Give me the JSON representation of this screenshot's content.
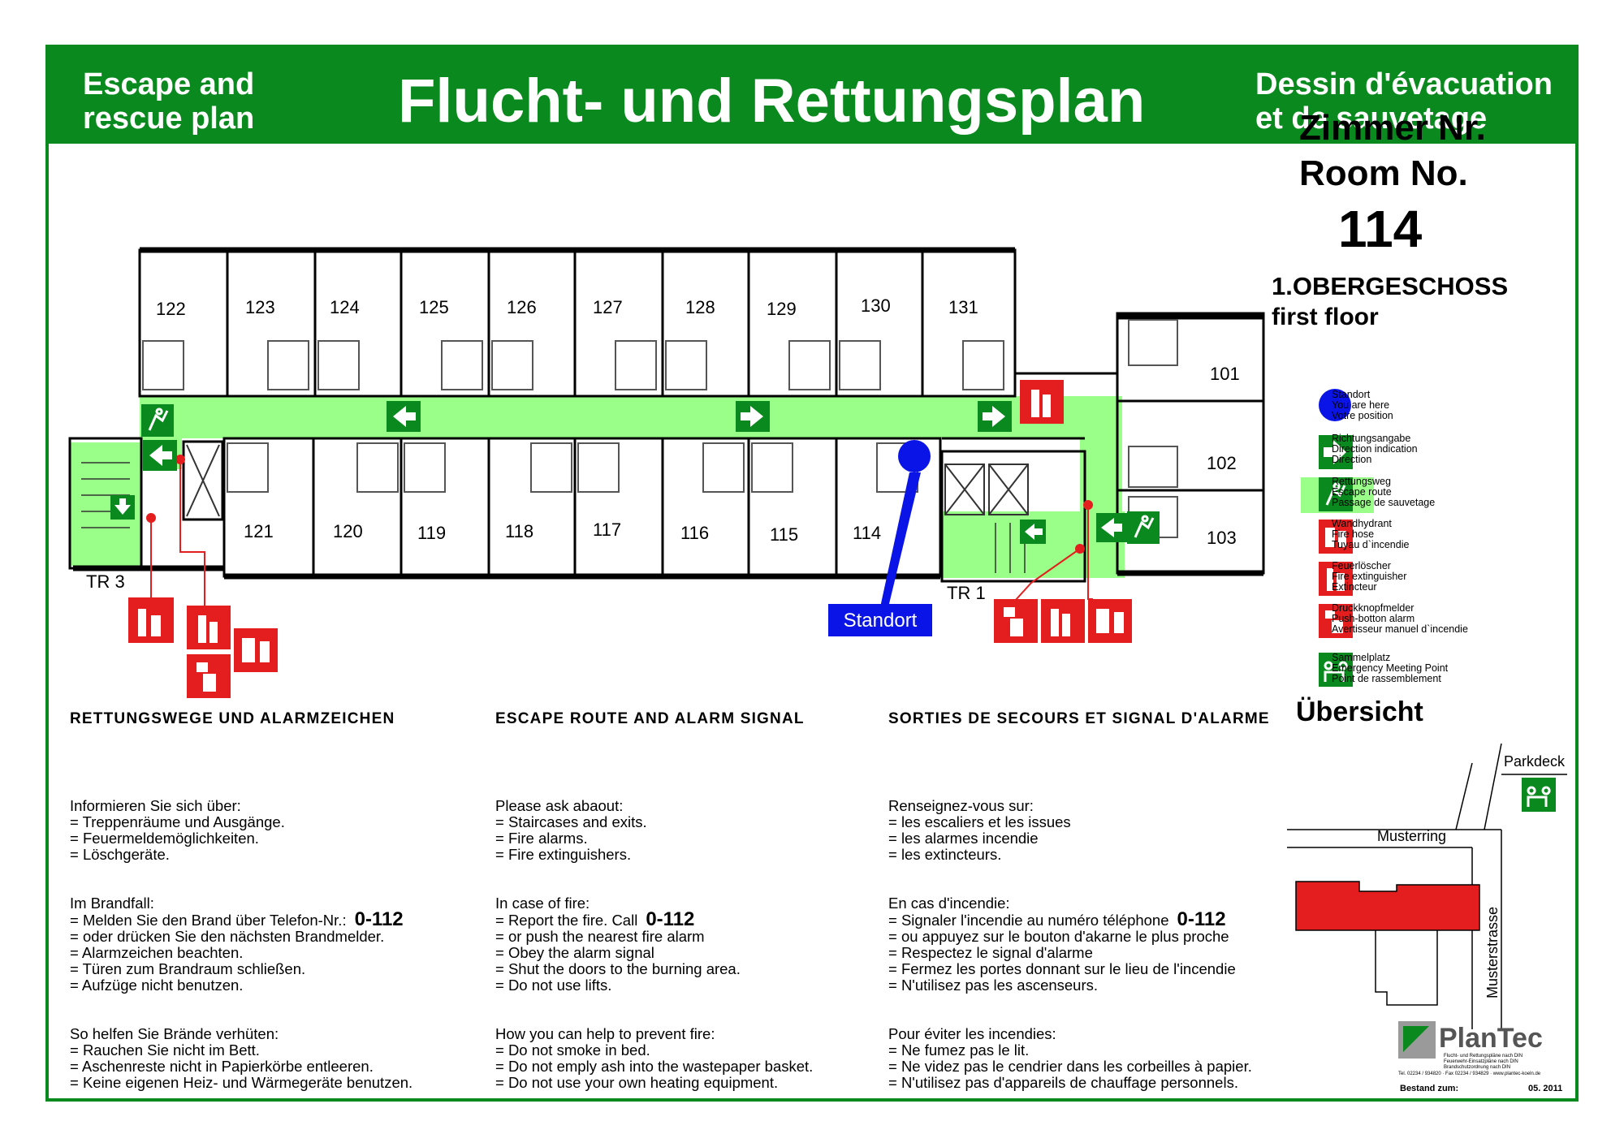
{
  "header": {
    "left_line1": "Escape and",
    "left_line2": "rescue plan",
    "main": "Flucht- und Rettungsplan",
    "right_line1": "Dessin d'évacuation",
    "right_line2": "et de sauvetage"
  },
  "room_box": {
    "line1": "Zimmer Nr.",
    "line2": "Room No.",
    "number": "114",
    "floor_de": "1.OBERGESCHOSS",
    "floor_en": "first floor"
  },
  "rooms_top": [
    "122",
    "123",
    "124",
    "125",
    "126",
    "127",
    "128",
    "129",
    "130",
    "131"
  ],
  "rooms_bottom": [
    "121",
    "120",
    "119",
    "118",
    "117",
    "116",
    "115",
    "114"
  ],
  "rooms_right": [
    "101",
    "102",
    "103"
  ],
  "stair_labels": [
    "TR 3",
    "TR 1"
  ],
  "standort_label": "Standort",
  "legend": [
    {
      "icon": "you-are-here-icon",
      "lines": [
        "Standort",
        "You are here",
        "Votre position"
      ]
    },
    {
      "icon": "direction-arrow-icon",
      "lines": [
        "Richtungsangabe",
        "Direction indication",
        "Direction"
      ]
    },
    {
      "icon": "escape-route-icon",
      "lines": [
        "Rettungsweg",
        "Escape route",
        "Passage de sauvetage"
      ]
    },
    {
      "icon": "fire-hose-icon",
      "lines": [
        "Wandhydrant",
        "Fire hose",
        "Tuyau d`incendie"
      ]
    },
    {
      "icon": "fire-extinguisher-icon",
      "lines": [
        "Feuerlöscher",
        "Fire extinguisher",
        "Extincteur"
      ]
    },
    {
      "icon": "fire-alarm-button-icon",
      "lines": [
        "Druckknopfmelder",
        "Push-botton alarm",
        "Avertisseur manuel d`incendie"
      ]
    },
    {
      "icon": "assembly-point-icon",
      "lines": [
        "Sammelplatz",
        "Emergency Meeting Point",
        "Point de rassemblement"
      ]
    }
  ],
  "colors": {
    "green": "#0a8a1e",
    "route": "#99ff88",
    "red": "#e41e1e",
    "blue": "#0a14e6"
  },
  "sections": [
    {
      "title": "RETTUNGSWEGE UND ALARMZEICHEN",
      "block1": [
        "Informieren Sie sich über:",
        "= Treppenräume und Ausgänge.",
        "= Feuermeldemöglichkeiten.",
        "= Löschgeräte."
      ],
      "block2_first": "= Melden Sie den Brand über Telefon-Nr.:",
      "block2_head": "Im Brandfall:",
      "block2": [
        "= oder drücken Sie den nächsten Brandmelder.",
        "= Alarmzeichen beachten.",
        "= Türen zum Brandraum schließen.",
        "= Aufzüge nicht benutzen."
      ],
      "block3": [
        "So helfen Sie Brände verhüten:",
        "= Rauchen Sie nicht im Bett.",
        "= Aschenreste nicht in Papierkörbe entleeren.",
        "= Keine eigenen Heiz- und Wärmegeräte benutzen."
      ],
      "phone": "0-112"
    },
    {
      "title": "ESCAPE ROUTE AND ALARM SIGNAL",
      "block1": [
        "Please ask abaout:",
        "= Staircases and exits.",
        "= Fire alarms.",
        "= Fire extinguishers."
      ],
      "block2_head": "In case of fire:",
      "block2_first": "= Report the fire. Call",
      "block2": [
        "= or push the nearest fire alarm",
        "= Obey the alarm signal",
        "= Shut the doors to the burning area.",
        "= Do not use lifts."
      ],
      "block3": [
        "How you can help to prevent fire:",
        "= Do not smoke in bed.",
        "= Do not emply ash into the wastepaper basket.",
        "= Do not use your own heating equipment."
      ],
      "phone": "0-112"
    },
    {
      "title": "SORTIES DE SECOURS ET SIGNAL D'ALARME",
      "block1": [
        "Renseignez-vous sur:",
        "= les escaliers et les issues",
        "= les alarmes incendie",
        "= les extincteurs."
      ],
      "block2_head": "En cas d'incendie:",
      "block2_first": "= Signaler l'incendie au numéro téléphone",
      "block2": [
        "= ou appuyez sur le bouton d'akarne le plus proche",
        "= Respectez le signal d'alarme",
        "= Fermez les portes donnant sur le lieu de l'incendie",
        "= N'utilisez pas les ascenseurs."
      ],
      "block3": [
        "Pour éviter les incendies:",
        "= Ne fumez pas le lit.",
        "= Ne videz pas le cendrier dans les corbeilles à papier.",
        "= N'utilisez pas d'appareils de chauffage personnels."
      ],
      "phone": "0-112"
    }
  ],
  "overview": {
    "title": "Übersicht",
    "parkdeck": "Parkdeck",
    "street1": "Musterring",
    "street2": "Musterstrasse"
  },
  "footer": {
    "brand": "PlanTec",
    "small1": "Flucht- und Rettungspläne nach DIN",
    "small2": "Feuerwehr-Einsatzpläne nach DIN",
    "small3": "Brandschutzordnung nach DIN",
    "contact": "Tel. 02234 / 934820 · Fax 02234 / 934829 · www.plantec-koeln.de",
    "bestand": "Bestand zum:",
    "date": "05. 2011"
  }
}
